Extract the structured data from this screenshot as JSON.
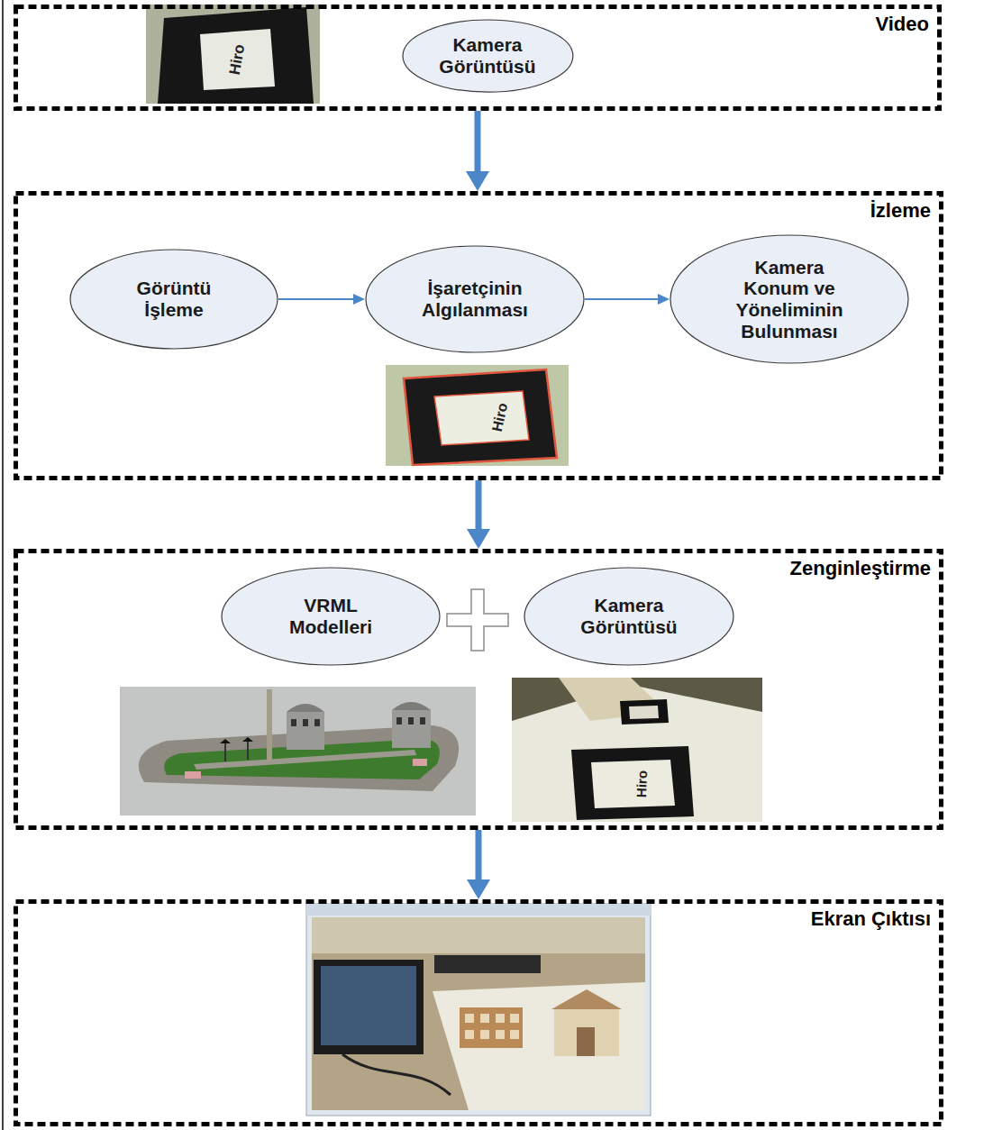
{
  "diagram": {
    "nodes": [
      {
        "text": [
          "Video"
        ]
      },
      {
        "text": [
          "Kamera Görüntüsü"
        ],
        "in": 0
      },
      {
        "text": [
          "İzleme"
        ]
      },
      {
        "text": [
          "Görüntü İşleme"
        ],
        "in": 2
      },
      {
        "text": [
          "İşaretçinin Algılanması"
        ],
        "in": 2
      },
      {
        "text": [
          "Kamera Konum ve Yöneliminin Bulunması"
        ],
        "in": 2
      },
      {
        "text": [
          "Zenginleştirme"
        ]
      },
      {
        "text": [
          "VRML Modelleri"
        ],
        "in": 6
      },
      {
        "text": [
          "Kamera Görüntüsü"
        ],
        "in": 6
      },
      {
        "text": [
          "Ekran Çıktısı"
        ]
      }
    ],
    "edges": [
      {
        "from": 0,
        "to": 2,
        "arrow": "to"
      },
      {
        "from": 3,
        "to": 4,
        "arrow": "to"
      },
      {
        "from": 4,
        "to": 5,
        "arrow": "to"
      },
      {
        "from": 2,
        "to": 6,
        "arrow": "to"
      },
      {
        "from": 6,
        "to": 9,
        "arrow": "to"
      }
    ],
    "labels": [
      "Hiro",
      "Hiro",
      "Hiro"
    ]
  }
}
